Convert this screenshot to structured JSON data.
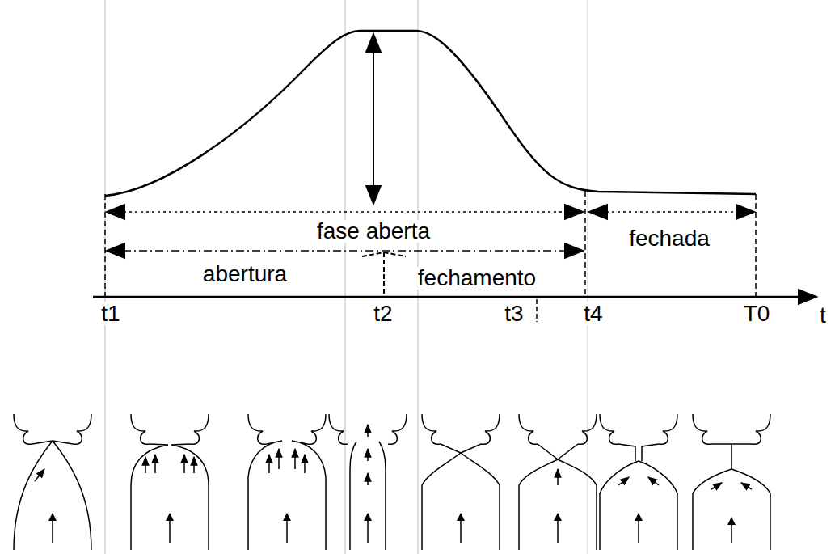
{
  "diagram": {
    "labels": [
      "fase aberta",
      "fechada",
      "abertura",
      "fechamento",
      "t1",
      "t2",
      "t3",
      "t4",
      "T0",
      "t"
    ]
  }
}
